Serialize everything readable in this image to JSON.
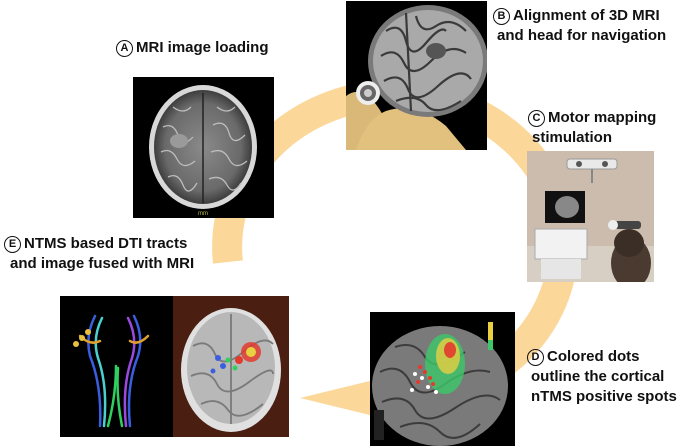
{
  "steps": [
    {
      "letter": "A",
      "line1": "MRI image loading",
      "line2": ""
    },
    {
      "letter": "B",
      "line1": "Alignment of 3D MRI",
      "line2": "and head for navigation"
    },
    {
      "letter": "C",
      "line1": "Motor mapping",
      "line2": "stimulation"
    },
    {
      "letter": "D",
      "line1": "Colored dots",
      "line2": "outline the cortical",
      "line3": "nTMS positive spots"
    },
    {
      "letter": "E",
      "line1": "NTMS based DTI tracts",
      "line2": "and image fused with MRI"
    }
  ],
  "colors": {
    "cycle_arrow": "#fbd89a",
    "mri_bg": "#000000",
    "head_skin": "#d9b878",
    "hotspot": "#e23b2e",
    "tract_blue": "#3a5ee0"
  }
}
